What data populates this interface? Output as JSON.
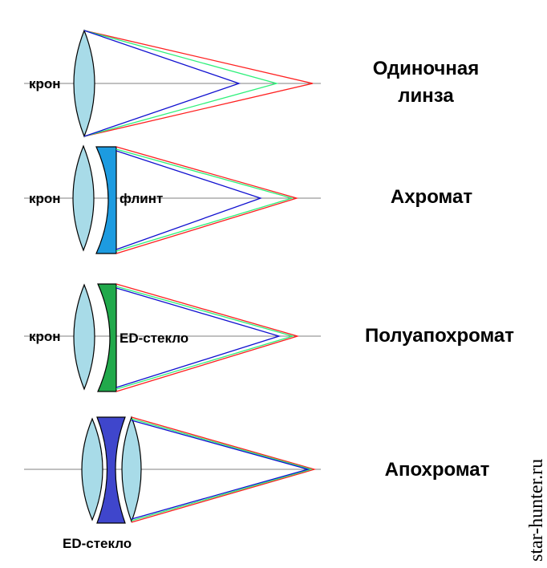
{
  "colors": {
    "crown": "#a8dbe8",
    "flint": "#1d9be0",
    "ed_green": "#21a94b",
    "ed_blue": "#3f46cc",
    "ray_red": "#ff2020",
    "ray_green": "#2ef07a",
    "ray_blue": "#1010d0",
    "axis": "#808080"
  },
  "panels": [
    {
      "title_lines": [
        "Одиночная",
        "линза"
      ],
      "labels": [
        "крон"
      ]
    },
    {
      "title_lines": [
        "Ахромат"
      ],
      "labels": [
        "крон",
        "флинт"
      ]
    },
    {
      "title_lines": [
        "Полуапохромат"
      ],
      "labels": [
        "крон",
        "ED-стекло"
      ]
    },
    {
      "title_lines": [
        "Апохромат"
      ],
      "labels": [
        "ED-стекло"
      ]
    }
  ],
  "watermark": "star-hunter.ru"
}
